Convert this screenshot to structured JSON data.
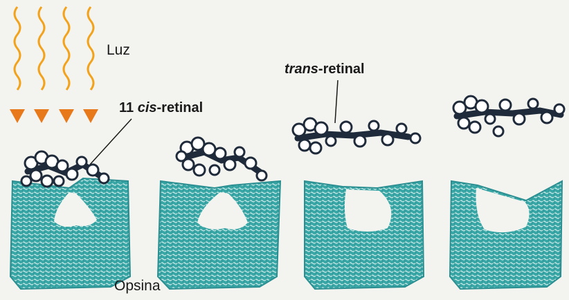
{
  "labels": {
    "light": "Luz",
    "cis_num": "11 ",
    "cis_italic": "cis",
    "cis_rest": "-retinal",
    "trans_italic": "trans",
    "trans_rest": "-retinal",
    "protein": "Opsina"
  },
  "colors": {
    "background": "#f3f3ef",
    "protein_fill": "#3aa7a7",
    "protein_stripe": "#d8f0ee",
    "retinal_atom_fill": "#ffffff",
    "retinal_bond": "#1f2b3a",
    "light_wave": "#f2a21b",
    "light_arrow": "#e8791a",
    "text": "#1a1a1a"
  },
  "icons": [
    "light-wave-icon",
    "arrowhead-icon"
  ],
  "stages": [
    {
      "retinal": "bound-cis"
    },
    {
      "retinal": "lifting"
    },
    {
      "retinal": "released-trans"
    },
    {
      "retinal": "released-trans"
    }
  ]
}
